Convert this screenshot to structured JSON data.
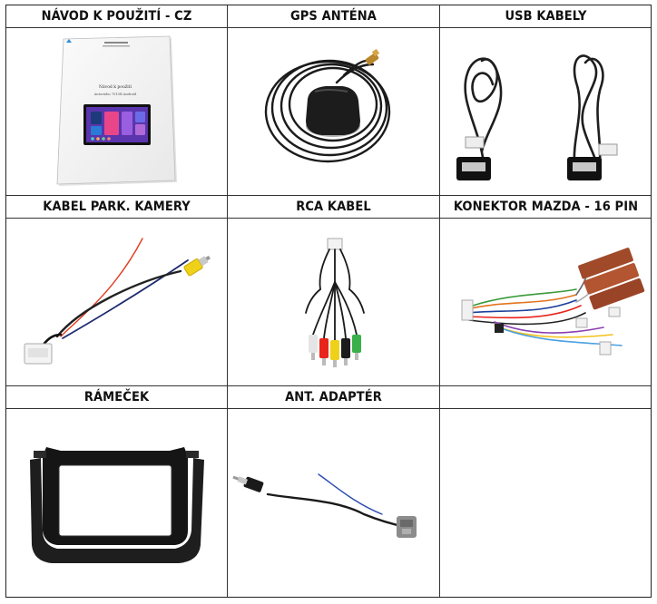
{
  "headers": {
    "r1c1": "NÁVOD K POUŽITÍ - CZ",
    "r1c2": "GPS ANTÉNA",
    "r1c3": "USB KABELY",
    "r2c1": "KABEL PARK. KAMERY",
    "r2c2": "RCA KABEL",
    "r2c3": "KONEKTOR MAZDA - 16 PIN",
    "r3c1": "RÁMEČEK",
    "r3c2": "ANT. ADAPTÉR",
    "r3c3": ""
  },
  "manual": {
    "title": "Návod k použití",
    "subtitle": "Autorádio 7010B Android"
  }
}
